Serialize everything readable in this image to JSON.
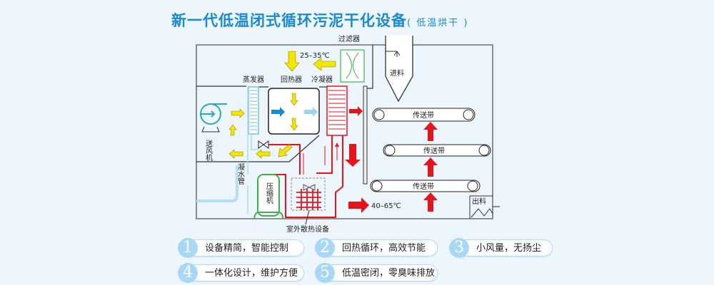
{
  "title": "新一代低温闭式循环污泥干化设备",
  "subtitle": "( 低温烘干 )",
  "labels": {
    "filter": "过滤器",
    "temp_in": "25–35℃",
    "evaporator": "蒸发器",
    "regenerator": "回热器",
    "condenser": "冷凝器",
    "feed": "进料",
    "fan": "送风机",
    "drain": "凝水管",
    "compressor": "压缩机",
    "outdoor": "室外散热设备",
    "temp_out": "40–65℃",
    "discharge": "出料",
    "belt": "传送带"
  },
  "features": [
    {
      "num": "1",
      "text": "设备精简，智能控制"
    },
    {
      "num": "2",
      "text": "回热循环，高效节能"
    },
    {
      "num": "3",
      "text": "小风量，无扬尘"
    },
    {
      "num": "4",
      "text": "一体化设计，维护方便"
    },
    {
      "num": "5",
      "text": "低温密闭，零臭味排放"
    }
  ],
  "colors": {
    "title": "#1a8ad0",
    "hot": "#e8141c",
    "air": "#f2e600",
    "cold": "#1a8ad0",
    "pipe": "#6cc3e3",
    "compressor": "#3cb24a"
  }
}
